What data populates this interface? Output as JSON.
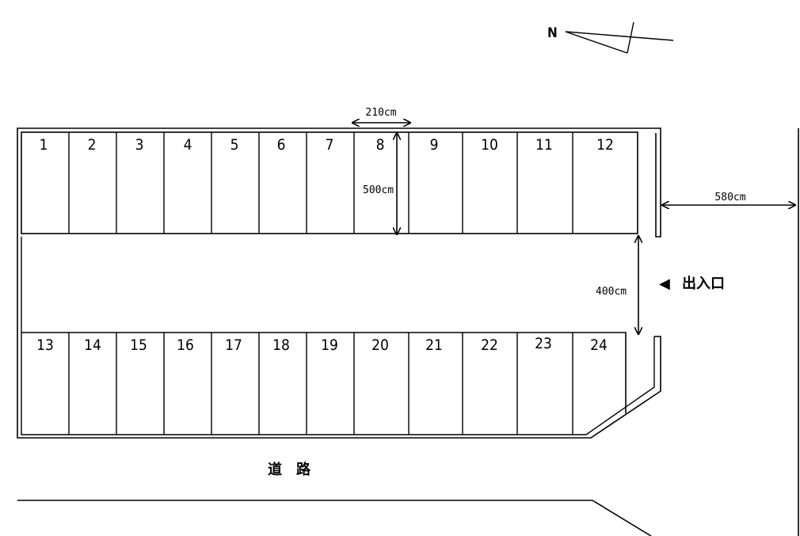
{
  "compass": {
    "label": "N"
  },
  "stalls": {
    "top_row": [
      "1",
      "2",
      "3",
      "4",
      "5",
      "6",
      "7",
      "8",
      "9",
      "10",
      "11",
      "12"
    ],
    "bottom_row": [
      "13",
      "14",
      "15",
      "16",
      "17",
      "18",
      "19",
      "20",
      "21",
      "22",
      "23",
      "24"
    ]
  },
  "dimensions": {
    "stall_width": "210cm",
    "stall_length": "500cm",
    "aisle_width": "400cm",
    "side_gap": "580cm"
  },
  "entrance": {
    "arrow": "◀",
    "label": "出入口"
  },
  "road": {
    "label": "道　路"
  }
}
